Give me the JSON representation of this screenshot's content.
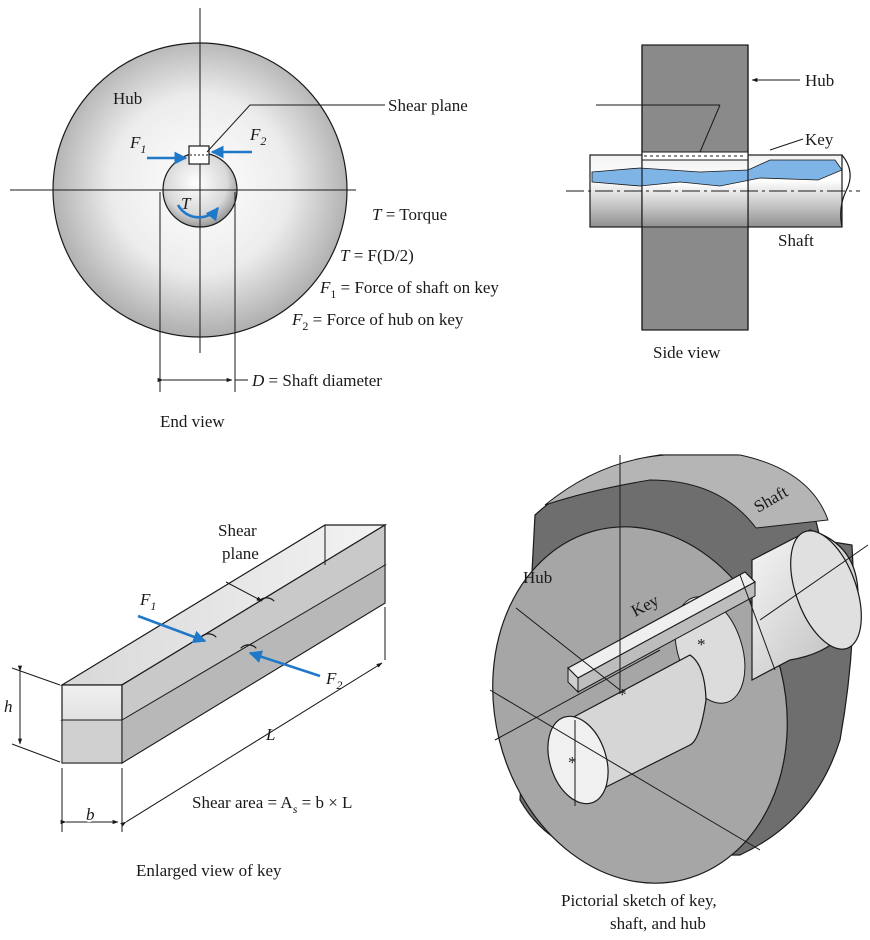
{
  "end_view": {
    "hub_label": "Hub",
    "f1_label": "F",
    "f1_sub": "1",
    "f2_label": "F",
    "f2_sub": "2",
    "torque_symbol": "T",
    "shear_plane_label": "Shear plane",
    "torque_def_sym": "T",
    "torque_def_text": " = Torque",
    "torque_eq_sym": "T",
    "torque_eq_text": " = F(D/2)",
    "f1_def_sym": "F",
    "f1_def_sub": "1",
    "f1_def_text": " = Force of shaft on key",
    "f2_def_sym": "F",
    "f2_def_sub": "2",
    "f2_def_text": " = Force of hub on key",
    "d_def_sym": "D",
    "d_def_text": " = Shaft diameter",
    "caption": "End view"
  },
  "side_view": {
    "hub_label": "Hub",
    "key_label": "Key",
    "shaft_label": "Shaft",
    "caption": "Side view"
  },
  "key_view": {
    "shear_label_1": "Shear",
    "shear_label_2": "plane",
    "f1_label": "F",
    "f1_sub": "1",
    "f2_label": "F",
    "f2_sub": "2",
    "h_label": "h",
    "l_label": "L",
    "b_label": "b",
    "area_text_1": "Shear area = A",
    "area_sub": "s",
    "area_text_2": " = b × L",
    "caption": "Enlarged view of key"
  },
  "pictorial": {
    "hub_label": "Hub",
    "key_label": "Key",
    "shaft_label": "Shaft",
    "caption_1": "Pictorial sketch of key,",
    "caption_2": "shaft, and hub"
  },
  "colors": {
    "force_arrow": "#1f78c8",
    "shear_fill": "#7fb4e6",
    "hub_gray": "#8a8a8a"
  }
}
